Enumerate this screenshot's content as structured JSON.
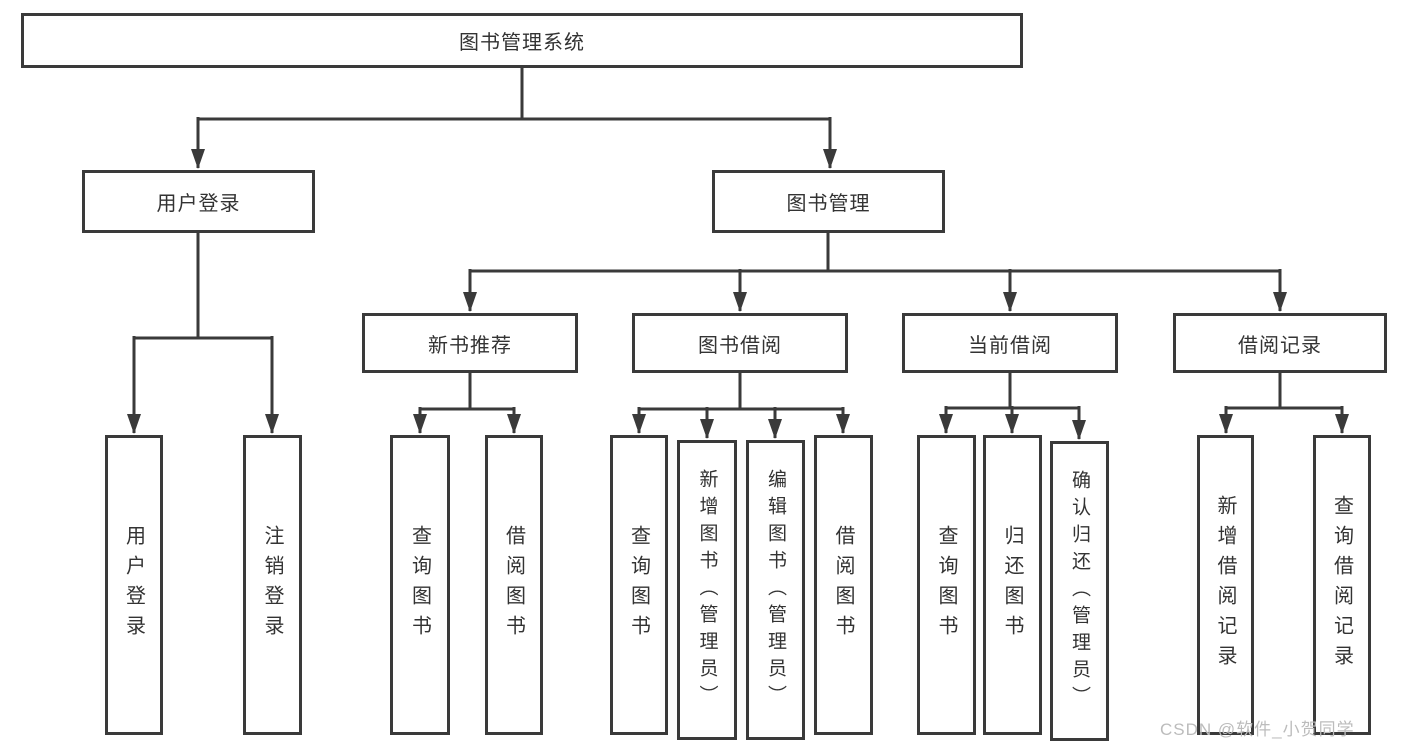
{
  "tree": {
    "root": "图书管理系统",
    "branches": [
      {
        "label": "用户登录",
        "leaves": [
          "用户登录",
          "注销登录"
        ]
      },
      {
        "label": "图书管理",
        "groups": [
          {
            "label": "新书推荐",
            "leaves": [
              "查询图书",
              "借阅图书"
            ]
          },
          {
            "label": "图书借阅",
            "leaves": [
              "查询图书",
              "新增图书（管理员）",
              "编辑图书（管理员）",
              "借阅图书"
            ]
          },
          {
            "label": "当前借阅",
            "leaves": [
              "查询图书",
              "归还图书",
              "确认归还（管理员）"
            ]
          },
          {
            "label": "借阅记录",
            "leaves": [
              "新增借阅记录",
              "查询借阅记录"
            ]
          }
        ]
      }
    ]
  },
  "watermark": {
    "text": "CSDN @软件_小贺同学"
  },
  "colors": {
    "line": "#3a3a3a",
    "box_border": "#3a3a3a",
    "text": "#333333",
    "watermark": "#bcbcbc",
    "background": "#ffffff"
  }
}
